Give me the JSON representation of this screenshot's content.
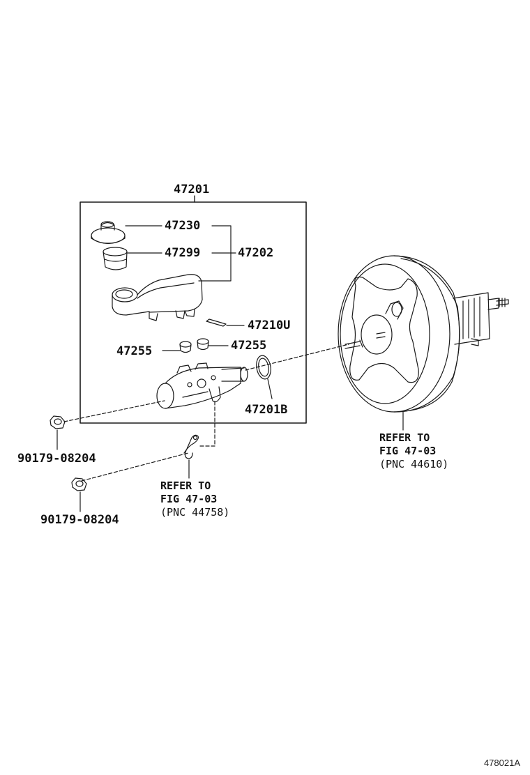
{
  "labels": {
    "assy": "47201",
    "cap": "47230",
    "strainer": "47299",
    "reservoir_set": "47202",
    "pin": "47210U",
    "grommet_left": "47255",
    "grommet_right": "47255",
    "oring": "47201B",
    "nut_upper": "90179-08204",
    "nut_lower": "90179-08204"
  },
  "refer_booster": {
    "line1": "REFER TO",
    "line2": "FIG 47-03",
    "line3": "(PNC 44610)"
  },
  "refer_bracket": {
    "line1": "REFER TO",
    "line2": "FIG 47-03",
    "line3": "(PNC 44758)"
  },
  "figure_id": "478021A"
}
